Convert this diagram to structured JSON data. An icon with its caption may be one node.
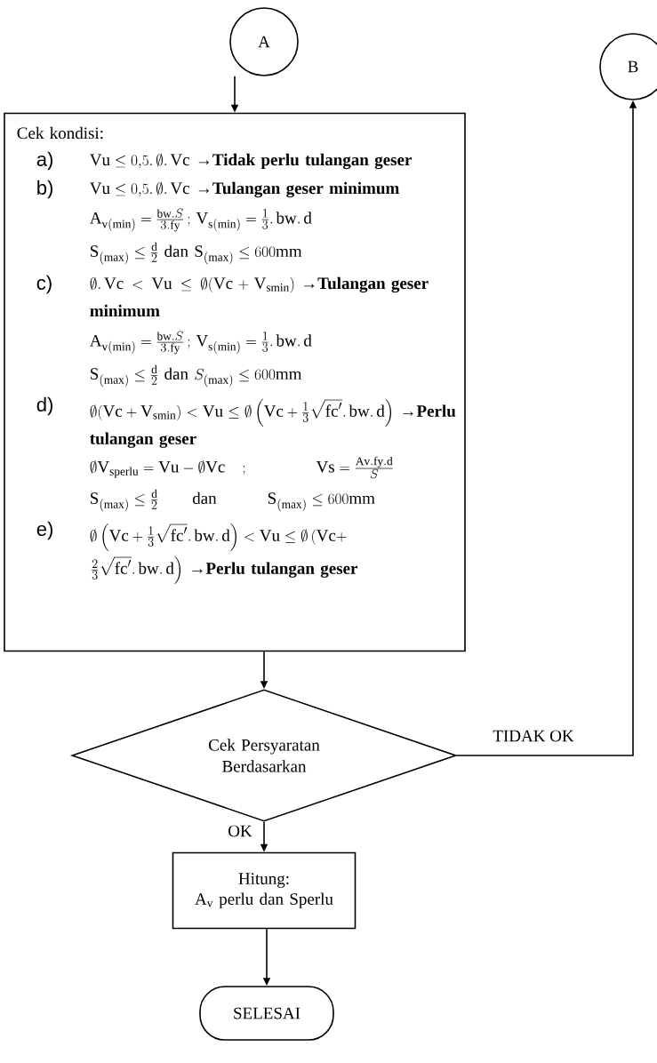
{
  "diagram": {
    "nodes": [
      {
        "text": [
          "A"
        ]
      },
      {
        "text": [
          "Cek kondisi:",
          "a)",
          "\\mathrm{Vu} \\leq 0{,}5.\\,\\emptyset.\\,\\mathrm{Vc}",
          "→Tidak perlu tulangan geser",
          "b)",
          "\\mathrm{Vu} \\leq 0{,}5.\\,\\emptyset.\\,\\mathrm{Vc}",
          "→Tulangan geser minimum",
          "\\mathrm{A}_{\\mathrm{v(min)}} = \\frac{\\mathrm{bw}.S}{3.\\mathrm{fy}}\\,;\\,\\mathrm{V}_{\\mathrm{s(min)}} = \\frac{1}{3}.\\,\\mathrm{bw}.\\,\\mathrm{d}",
          "\\mathrm{S}_{\\mathrm{(max)}} \\leq \\frac{\\mathrm{d}}{2}\\ \\mathrm{dan}\\ \\mathrm{S}_{\\mathrm{(max)}} \\leq 600\\mathrm{mm}",
          "c)",
          "\\emptyset.\\,\\mathrm{Vc} < \\mathrm{Vu} \\leq \\emptyset(\\mathrm{Vc}+\\mathrm{V}_{\\mathrm{smin}})",
          "→Tulangan geser minimum",
          "\\mathrm{A}_{\\mathrm{v(min)}} = \\frac{\\mathrm{bw}.S}{3.\\mathrm{fy}}\\,;\\,\\mathrm{V}_{\\mathrm{s(min)}} = \\frac{1}{3}.\\,\\mathrm{bw}.\\,\\mathrm{d}",
          "\\mathrm{S}_{\\mathrm{(max)}} \\leq \\frac{\\mathrm{d}}{2}\\ \\mathrm{dan}\\ S_{\\mathrm{(max)}} \\leq 600\\mathrm{mm}",
          "d)",
          "\\emptyset(\\mathrm{Vc}+\\mathrm{V}_{\\mathrm{smin}}) < \\mathrm{Vu} \\leq \\emptyset\\left(\\mathrm{Vc}+\\frac{1}{3}\\sqrt{\\mathrm{fc}'}.\\,\\mathrm{bw}.\\,\\mathrm{d}\\right)",
          "→Perlu tulangan geser",
          "\\emptyset\\mathrm{V}_{\\mathrm{sperlu}} = \\mathrm{Vu} - \\emptyset\\mathrm{Vc}\\quad;\\qquad\\qquad \\mathrm{Vs} = \\frac{\\mathrm{Av}.\\mathrm{fy}.\\mathrm{d}}{S}",
          "\\mathrm{S}_{\\mathrm{(max)}} \\leq \\frac{\\mathrm{d}}{2}\\qquad\\mathrm{dan}\\qquad\\quad \\mathrm{S}_{\\mathrm{(max)}} \\leq 600\\mathrm{mm}",
          "e)",
          "\\emptyset\\left(\\mathrm{Vc}+\\frac{1}{3}\\sqrt{\\mathrm{fc}'}.\\,\\mathrm{bw}.\\,\\mathrm{d}\\right) < \\mathrm{Vu} \\leq \\emptyset\\left(\\mathrm{Vc}+\\right.",
          "\\left.\\frac{2}{3}\\sqrt{\\mathrm{fc}'}.\\,\\mathrm{bw}.\\,\\mathrm{d}\\right)",
          "→Perlu tulangan geser"
        ]
      },
      {
        "text": [
          "Cek Persyaratan Berdasarkan"
        ]
      },
      {
        "text": [
          "Hitung:",
          "A$_{v}$ perlu dan Sperlu"
        ]
      },
      {
        "text": [
          "SELESAI"
        ]
      },
      {
        "text": [
          "B"
        ]
      }
    ],
    "edges": [
      {
        "from": 0,
        "to": 1,
        "arrow": "to"
      },
      {
        "from": 1,
        "to": 2,
        "arrow": "to"
      },
      {
        "from": 2,
        "to": 3,
        "arrow": "to",
        "label": "OK"
      },
      {
        "from": 3,
        "to": 4,
        "arrow": "to"
      },
      {
        "from": 2,
        "to": 5,
        "arrow": "to",
        "label": "TIDAK OK"
      }
    ]
  }
}
